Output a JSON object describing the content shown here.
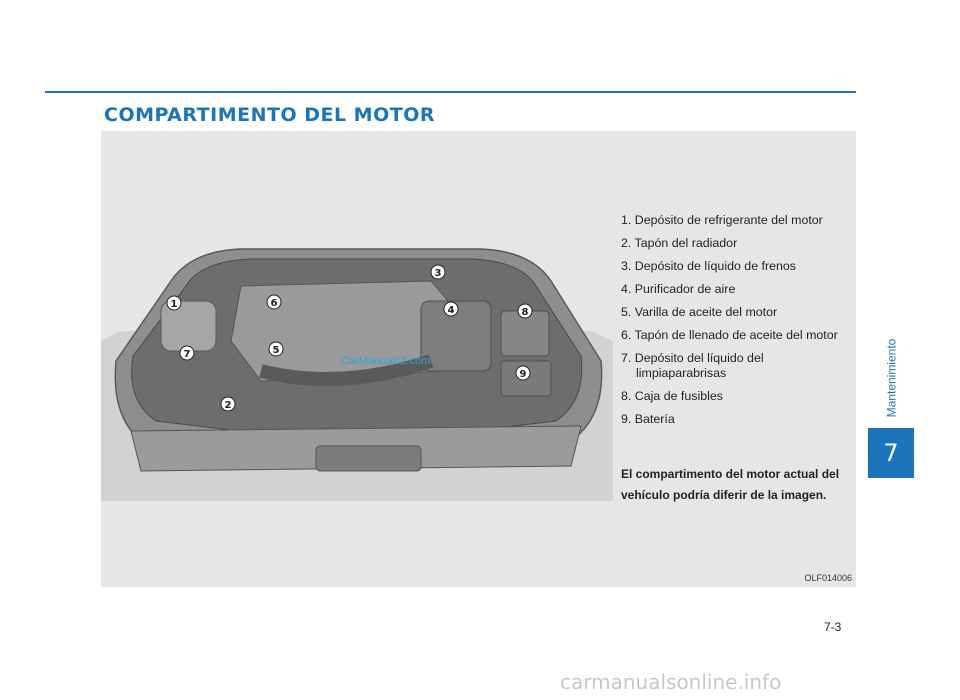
{
  "header": {
    "title": "COMPARTIMENTO DEL MOTOR"
  },
  "figure": {
    "callouts": [
      "1",
      "2",
      "3",
      "4",
      "5",
      "6",
      "7",
      "8",
      "9"
    ],
    "items": [
      {
        "text": "1. Depósito de refrigerante del motor"
      },
      {
        "text": "2. Tapón del radiador"
      },
      {
        "text": "3. Depósito de líquido de frenos"
      },
      {
        "text": "4. Purificador de aire"
      },
      {
        "text": "5. Varilla de aceite del motor"
      },
      {
        "text": "6. Tapón de llenado de aceite del motor"
      },
      {
        "text": "7. Depósito del líquido del",
        "cont": "limpiaparabrisas"
      },
      {
        "text": "8. Caja de fusibles"
      },
      {
        "text": "9. Batería"
      }
    ],
    "note": "El compartimento del motor actual del vehículo podría diferir de la imagen.",
    "code": "OLF014006",
    "watermark": "CarManuals2.com"
  },
  "sidebar": {
    "section_label": "Mantenimiento",
    "chapter": "7"
  },
  "footer": {
    "page_number": "7-3",
    "watermark": "carmanualsonline.info"
  }
}
